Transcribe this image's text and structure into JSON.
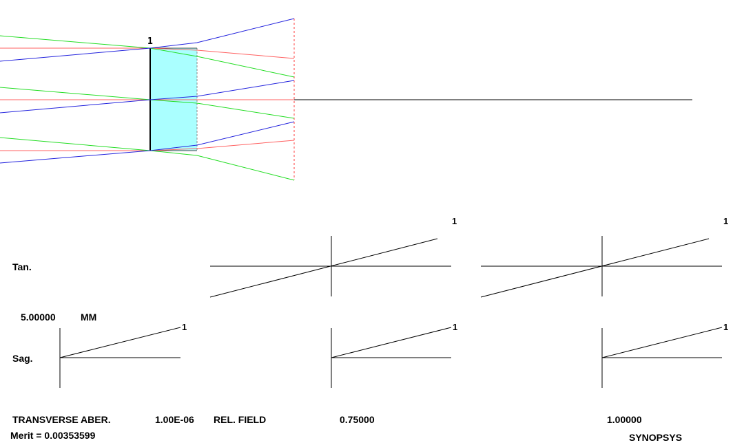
{
  "surface_number": "1",
  "labels": {
    "tan": "Tan.",
    "sag": "Sag.",
    "scale_value": "5.00000",
    "scale_unit": "MM",
    "transverse_aber": "TRANSVERSE ABER.",
    "wavelength_value": "1.00E-06",
    "rel_field": "REL. FIELD",
    "field_1": "0.75000",
    "field_2": "1.00000",
    "merit": "Merit = 0.00353599",
    "brand": "SYNOPSYS"
  },
  "curve_labels": {
    "tan_1": "1",
    "tan_2": "1",
    "sag_0": "1",
    "sag_1": "1",
    "sag_2": "1"
  },
  "colors": {
    "red_ray": "#ff6060",
    "green_ray": "#22dd22",
    "blue_ray": "#2222dd",
    "lens_fill": "#aaffff",
    "axis": "#000000",
    "image_plane": "#ff4040"
  }
}
